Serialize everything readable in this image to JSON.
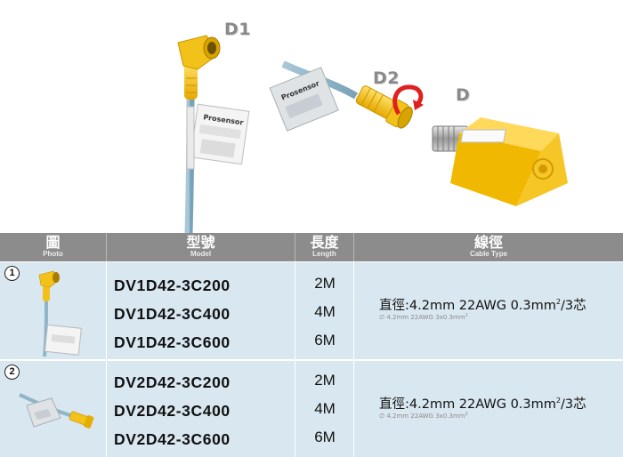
{
  "hero": {
    "labels": {
      "d1": "D1",
      "d2": "D2",
      "d": "D"
    },
    "tag_brand": "Prosensor",
    "colors": {
      "connector": "#f2c21a",
      "cable": "#8fb5c8",
      "sensor": "#f4c418",
      "arrow": "#e02020"
    }
  },
  "table": {
    "headers": {
      "photo": {
        "zh": "圖",
        "en": "Photo"
      },
      "model": {
        "zh": "型號",
        "en": "Model"
      },
      "length": {
        "zh": "長度",
        "en": "Length"
      },
      "cable": {
        "zh": "線徑",
        "en": "Cable Type"
      }
    },
    "rows": [
      {
        "number": "1",
        "models": [
          "DV1D42-3C200",
          "DV1D42-3C400",
          "DV1D42-3C600"
        ],
        "lengths": [
          "2M",
          "4M",
          "6M"
        ],
        "cable_main": "直徑:4.2mm  22AWG  0.3mm",
        "cable_main_sup": "2",
        "cable_main_suffix": "/3芯",
        "cable_sub": "∅ 4.2mm 22AWG 3x0.3mm",
        "cable_sub_sup": "2"
      },
      {
        "number": "2",
        "models": [
          "DV2D42-3C200",
          "DV2D42-3C400",
          "DV2D42-3C600"
        ],
        "lengths": [
          "2M",
          "4M",
          "6M"
        ],
        "cable_main": "直徑:4.2mm  22AWG  0.3mm",
        "cable_main_sup": "2",
        "cable_main_suffix": "/3芯",
        "cable_sub": "∅ 4.2mm 22AWG 3x0.3mm",
        "cable_sub_sup": "2"
      }
    ],
    "colors": {
      "header_bg": "#8c8c8c",
      "row_bg": "#d9e7f0"
    }
  }
}
